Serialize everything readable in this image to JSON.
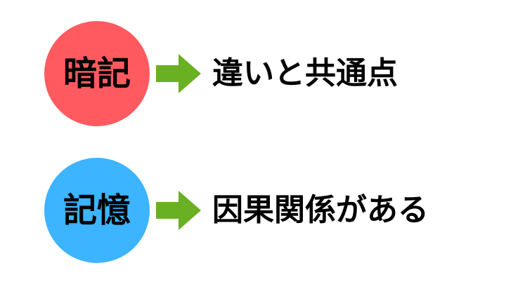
{
  "rows": [
    {
      "term": "暗記",
      "description": "違いと共通点",
      "circle_color": "#ff5a5f"
    },
    {
      "term": "記憶",
      "description": "因果関係がある",
      "circle_color": "#3cb4ff"
    }
  ],
  "arrow": {
    "icon": "arrow-right-icon",
    "color": "#6ab023"
  }
}
